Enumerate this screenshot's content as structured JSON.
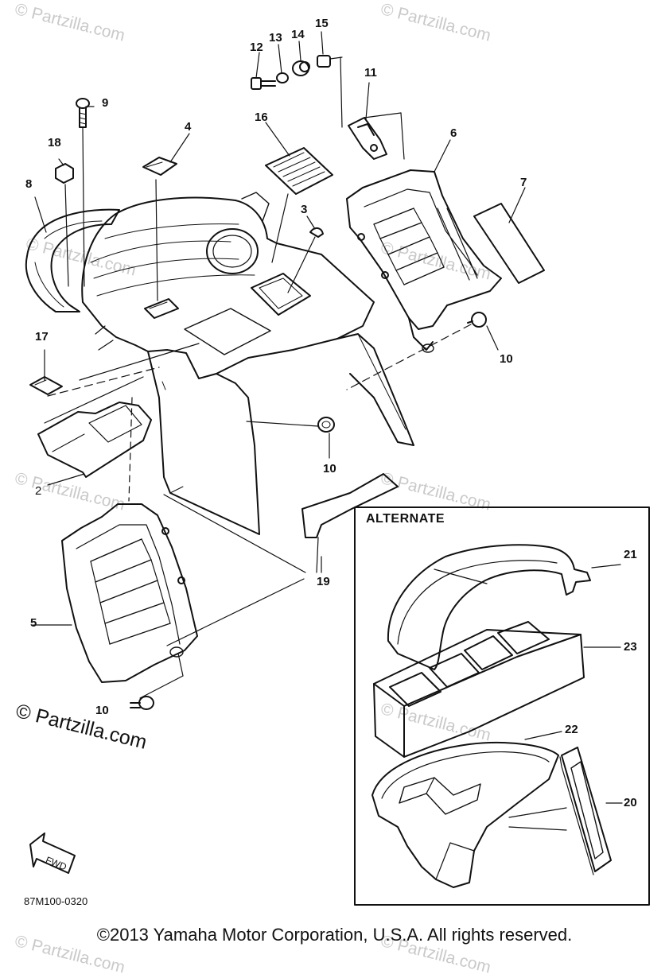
{
  "watermark_text": "© Partzilla.com",
  "corner_copyright": "© Partzilla.com",
  "alternate_label": "ALTERNATE",
  "diagram_code": "87M100-0320",
  "fwd_label": "FWD",
  "footer": "©2013 Yamaha Motor Corporation, U.S.A. All rights reserved.",
  "callouts": {
    "c2": "2",
    "c3": "3",
    "c4": "4",
    "c5": "5",
    "c6": "6",
    "c7": "7",
    "c8": "8",
    "c9": "9",
    "c10a": "10",
    "c10b": "10",
    "c10c": "10",
    "c11": "11",
    "c12": "12",
    "c13": "13",
    "c14": "14",
    "c15": "15",
    "c16": "16",
    "c17": "17",
    "c18": "18",
    "c19": "19",
    "c20": "20",
    "c21": "21",
    "c22": "22",
    "c23": "23"
  }
}
